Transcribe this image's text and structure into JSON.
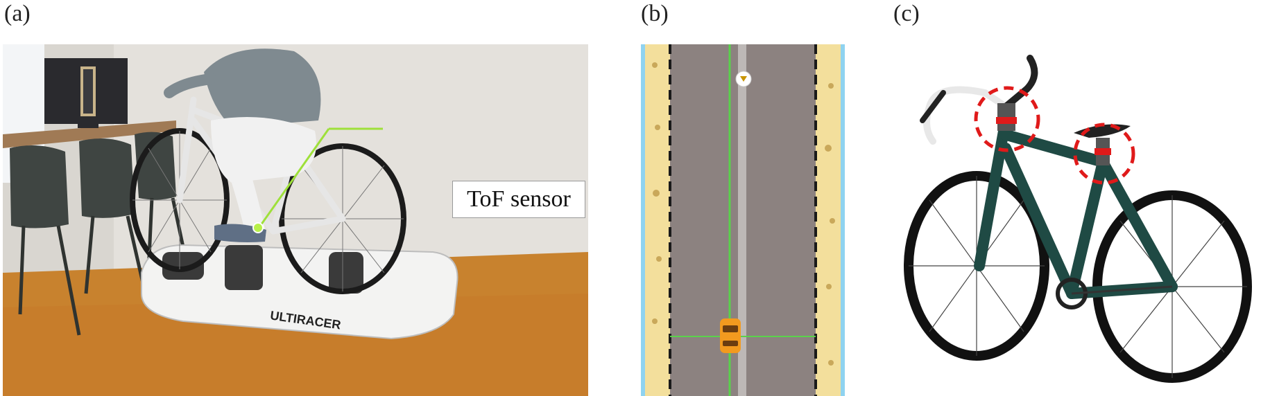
{
  "labels": {
    "a": "(a)",
    "b": "(b)",
    "c": "(c)"
  },
  "panel_a": {
    "callout": "ToF sensor",
    "brand": "ULTIRACER"
  },
  "colors": {
    "road": "#8c8280",
    "sand": "#f3df9c",
    "water": "#8fd3f0",
    "lane_green": "#5ad24b",
    "car": "#f29a1f",
    "frame": "#1f4a44",
    "highlight": "#e01a1a"
  }
}
